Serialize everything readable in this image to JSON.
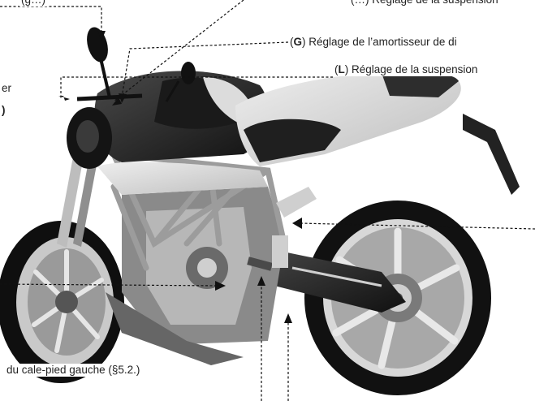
{
  "page": {
    "subject": "Motorcycle diagram",
    "labels": [
      {
        "id": "G",
        "letter": "G",
        "text": ") Réglage de l’amortisseur de di"
      },
      {
        "id": "L",
        "letter": "L",
        "text": ") Réglage de la suspension"
      },
      {
        "id": "top_left_fragment",
        "text": "(g…)"
      },
      {
        "id": "top_right_fragment",
        "text": "(…) Réglage de la suspension"
      },
      {
        "id": "left_fragment_top",
        "text": "er"
      },
      {
        "id": "left_fragment_paren",
        "text": ")"
      },
      {
        "id": "bottom_left",
        "text": "du cale-pied gauche (§5.2.)"
      }
    ]
  },
  "colors": {
    "ink": "#222222",
    "accent": "#111111"
  }
}
